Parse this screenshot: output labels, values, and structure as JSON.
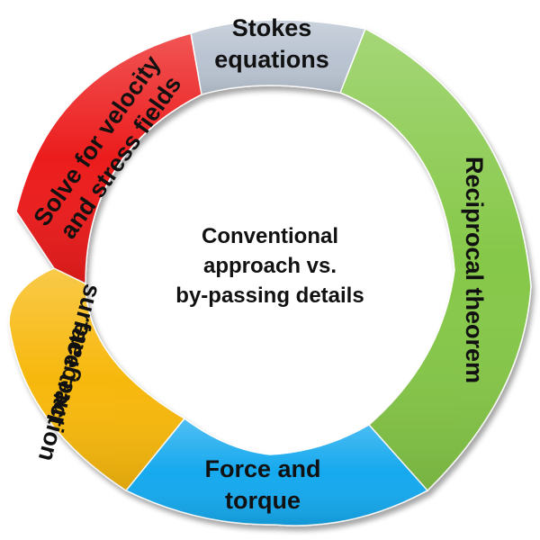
{
  "diagram": {
    "center_lines": [
      "Conventional",
      "approach vs.",
      "by-passing details"
    ],
    "segments": [
      {
        "id": "stokes",
        "lines": [
          "Stokes",
          "equations"
        ],
        "color": "#b9c3d1"
      },
      {
        "id": "reciprocal",
        "lines": [
          "Reciprocal theorem"
        ],
        "color": "#86c84a"
      },
      {
        "id": "force",
        "lines": [
          "Force and",
          "torque"
        ],
        "color": "#17a9ee"
      },
      {
        "id": "integrate",
        "lines": [
          "Integrate",
          "surface traction"
        ],
        "color": "#f7b80a"
      },
      {
        "id": "solve",
        "lines": [
          "Solve for velocity",
          "and stress fields"
        ],
        "color": "#ec1b1b"
      }
    ]
  }
}
